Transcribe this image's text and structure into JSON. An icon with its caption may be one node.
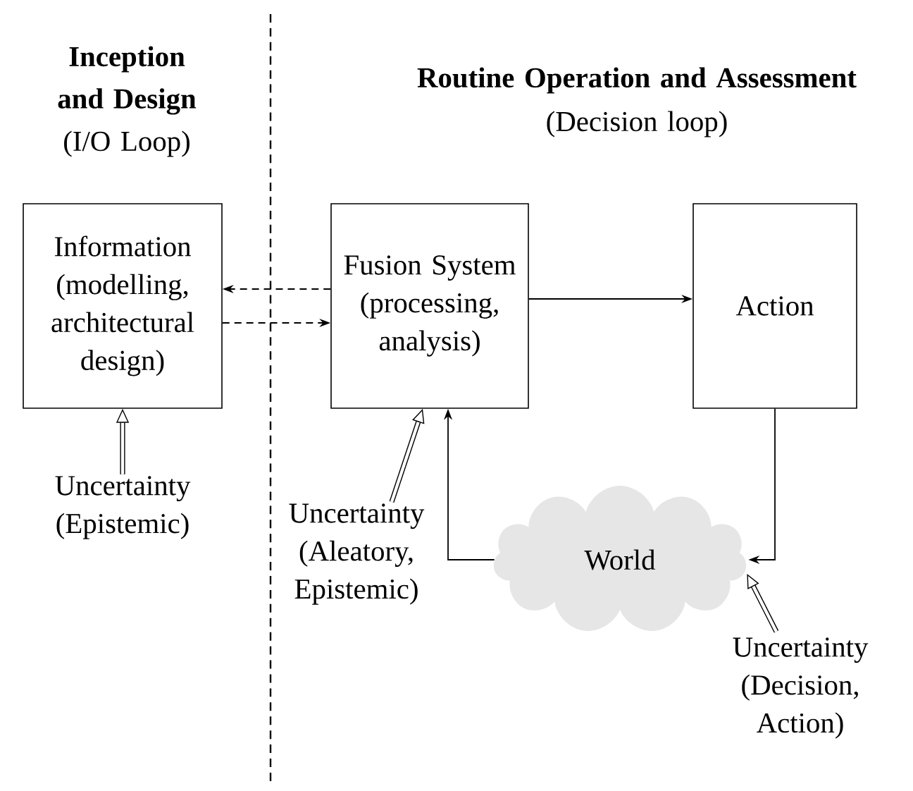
{
  "diagram": {
    "nodes": [
      {
        "text": [
          "Information (modelling, architectural design)"
        ]
      },
      {
        "text": [
          "Fusion System (processing, analysis)"
        ]
      },
      {
        "text": [
          "Action"
        ]
      },
      {
        "text": [
          "World"
        ]
      },
      {
        "text": [
          "Uncertainty (Epistemic)"
        ]
      },
      {
        "text": [
          "Uncertainty (Aleatory, Epistemic)"
        ]
      },
      {
        "text": [
          "Uncertainty (Decision, Action)"
        ]
      }
    ],
    "edges": [
      {
        "from": 1,
        "to": 0,
        "arrow": "to",
        "style": "dashed"
      },
      {
        "from": 0,
        "to": 1,
        "arrow": "to",
        "style": "dashed"
      },
      {
        "from": 1,
        "to": 2,
        "arrow": "to"
      },
      {
        "from": 2,
        "to": 3,
        "arrow": "to"
      },
      {
        "from": 3,
        "to": 1,
        "arrow": "to"
      },
      {
        "from": 4,
        "to": 0,
        "arrow": "to",
        "style": "thick"
      },
      {
        "from": 5,
        "to": 1,
        "arrow": "to",
        "style": "thick"
      },
      {
        "from": 6,
        "to": 3,
        "arrow": "to",
        "style": "thick"
      }
    ],
    "labels": [
      "Inception and Design",
      "(I/O Loop)",
      "Routine Operation and Assessment",
      "(Decision loop)"
    ]
  }
}
